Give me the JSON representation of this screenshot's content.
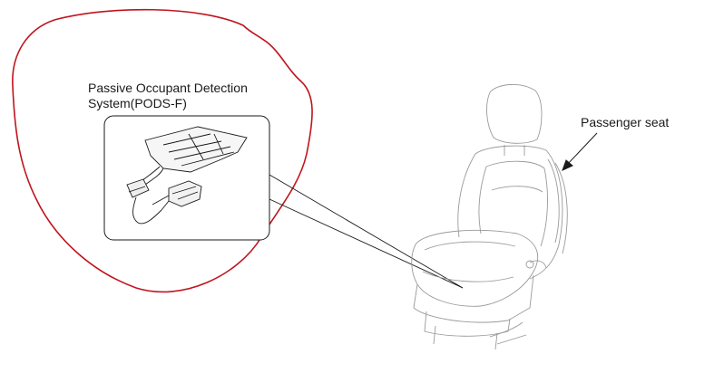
{
  "labels": {
    "pods_line1": "Passive Occupant Detection",
    "pods_line2": "System(PODS-F)",
    "passenger_seat": "Passenger seat"
  },
  "colors": {
    "highlight_outline": "#c0141e",
    "line_art": "#1a1a1a",
    "seat_line_art": "#9a9a9a",
    "background": "#ffffff"
  }
}
